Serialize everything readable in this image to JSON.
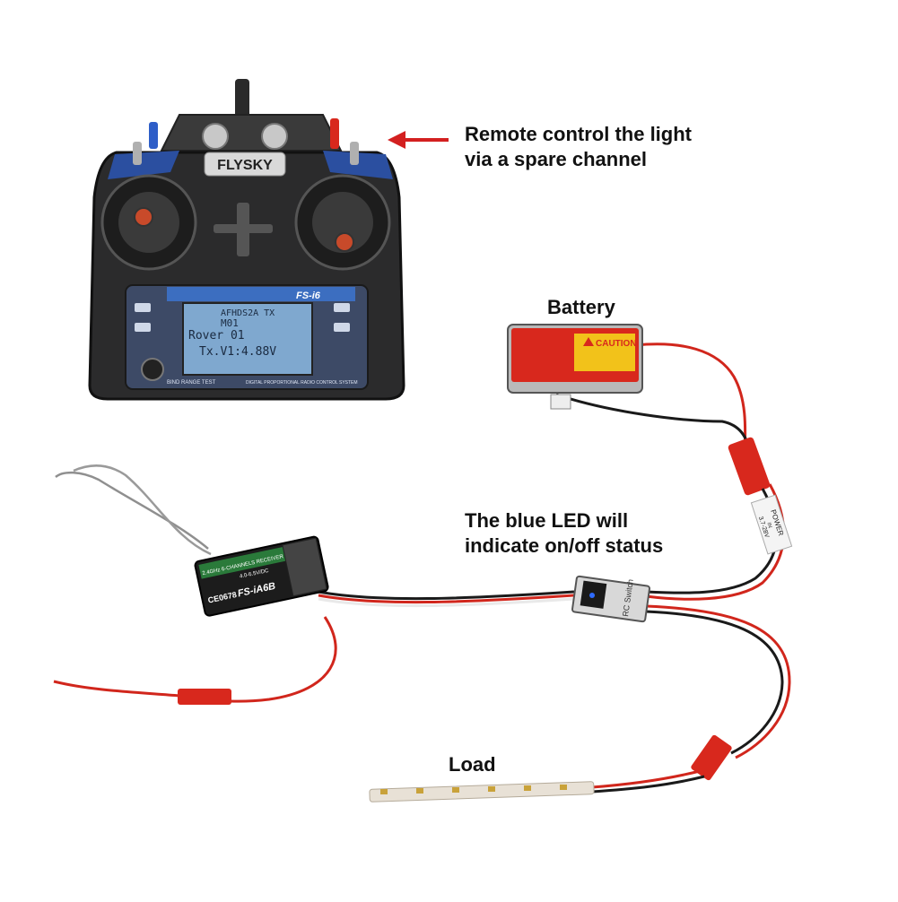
{
  "annotations": {
    "remote_line1": "Remote control the light",
    "remote_line2": "via a spare channel",
    "battery": "Battery",
    "led_line1": "The blue LED will",
    "led_line2": "indicate on/off status",
    "load": "Load"
  },
  "transmitter": {
    "brand": "FLYSKY",
    "model": "FS-i6",
    "screen_line1": "AFHDS2A TX",
    "screen_line2": "M01",
    "screen_line3": "Rover 01",
    "screen_line4": "Tx.V1:4.88V",
    "bottom_label_left": "BIND RANGE TEST",
    "bottom_label_right": "DIGITAL PROPORTIONAL RADIO CONTROL SYSTEM"
  },
  "battery": {
    "caution": "CAUTION"
  },
  "receiver": {
    "model": "FS-iA6B",
    "ce_mark": "CE0678",
    "subtitle": "2.4GHz 6-CHANNELS RECEIVER",
    "voltage": "4.0-6.5V/DC"
  },
  "switch": {
    "side_text": "RC Switch",
    "power_label_line1": "POWER",
    "power_label_line2": "IN",
    "power_label_line3": "3.7-28V"
  },
  "colors": {
    "wire_red": "#d1261c",
    "wire_black": "#1a1a1a",
    "wire_gray": "#8f8f8f",
    "battery_red": "#d8281d",
    "caution_yellow": "#f2c21a",
    "screen_blue": "#7fa8cf",
    "arrow_red": "#d32020",
    "led_blue": "#2e6bff"
  }
}
